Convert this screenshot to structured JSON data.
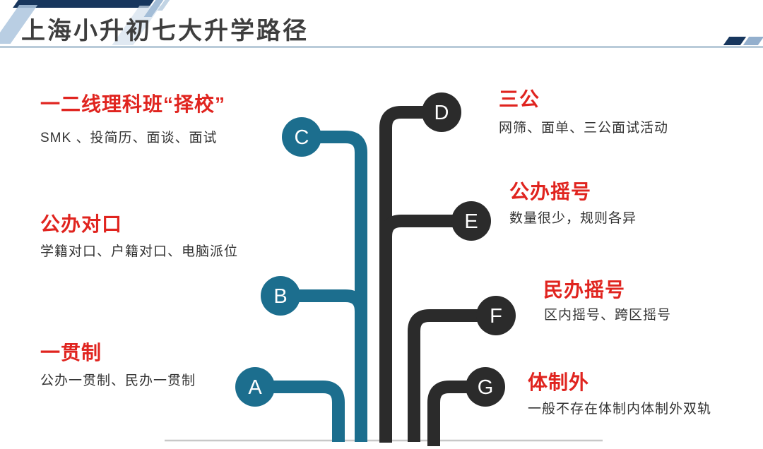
{
  "header": {
    "title": "上海小升初七大升学路径"
  },
  "tree": {
    "branches": [
      {
        "letter": "A",
        "heading": "一贯制",
        "desc": "公办一贯制、民办一贯制"
      },
      {
        "letter": "B",
        "heading": "公办对口",
        "desc": "学籍对口、户籍对口、电脑派位"
      },
      {
        "letter": "C",
        "heading": "一二线理科班“择校”",
        "desc": "SMK 、投简历、面谈、面试"
      },
      {
        "letter": "D",
        "heading": "三公",
        "desc": "网筛、面单、三公面试活动"
      },
      {
        "letter": "E",
        "heading": "公办摇号",
        "desc": "数量很少，规则各异"
      },
      {
        "letter": "F",
        "heading": "民办摇号",
        "desc": "区内摇号、跨区摇号"
      },
      {
        "letter": "G",
        "heading": "体制外",
        "desc": "一般不存在体制内体制外双轨"
      }
    ],
    "colors": {
      "left_branch": "#1c6e8e",
      "right_branch": "#2b2b2b",
      "heading_red": "#e0241f",
      "navy": "#17365d",
      "light_blue": "#a3bdd7",
      "underline": "#b9cbd9",
      "baseline": "#c8c8c8"
    }
  }
}
